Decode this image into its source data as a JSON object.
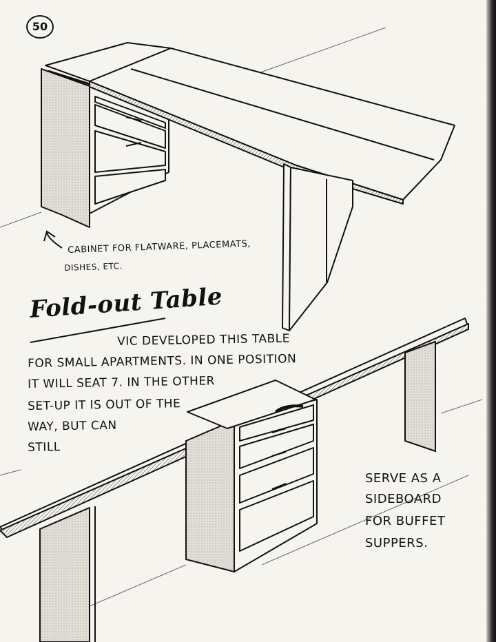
{
  "page_number": "50",
  "title": "Fold-out Table",
  "caption": {
    "line1": "CABINET FOR FLATWARE, PLACEMATS,",
    "line2": "DISHES, ETC."
  },
  "body_lines": [
    "VIC DEVELOPED THIS TABLE",
    "FOR SMALL APARTMENTS. IN ONE POSITION",
    "IT WILL SEAT 7. IN THE OTHER",
    "SET-UP IT IS OUT OF THE",
    "WAY, BUT CAN",
    "STILL"
  ],
  "side_lines": [
    "SERVE AS A",
    "SIDEBOARD",
    "FOR BUFFET",
    "SUPPERS."
  ],
  "colors": {
    "ink": "#111111",
    "paper": "#f6f4ee",
    "hatch": "#9a9a9a"
  }
}
